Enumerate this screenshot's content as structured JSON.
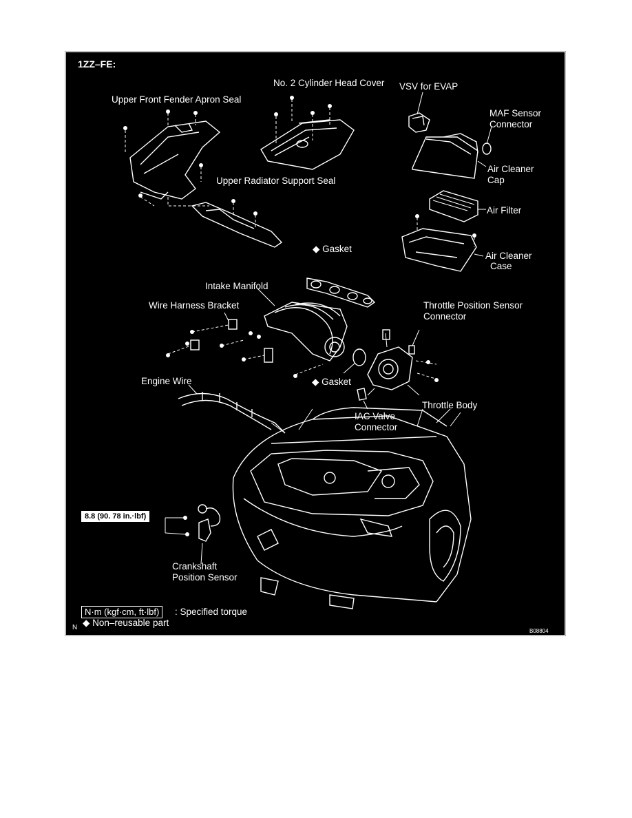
{
  "diagram": {
    "title": "1ZZ–FE:",
    "labels": {
      "upper_front_fender_apron_seal": "Upper Front Fender Apron Seal",
      "no2_cylinder_head_cover": "No. 2 Cylinder Head Cover",
      "vsv_for_evap": "VSV for EVAP",
      "maf_sensor_connector_1": "MAF Sensor",
      "maf_sensor_connector_2": "Connector",
      "air_cleaner_cap_1": "Air Cleaner",
      "air_cleaner_cap_2": "Cap",
      "upper_radiator_support_seal": "Upper Radiator Support Seal",
      "air_filter": "Air Filter",
      "air_cleaner_case_1": "Air Cleaner",
      "air_cleaner_case_2": "Case",
      "gasket_top": "◆ Gasket",
      "intake_manifold": "Intake Manifold",
      "wire_harness_bracket": "Wire Harness Bracket",
      "throttle_position_sensor_connector_1": "Throttle Position Sensor",
      "throttle_position_sensor_connector_2": "Connector",
      "engine_wire": "Engine Wire",
      "gasket_bottom": "◆ Gasket",
      "throttle_body": "Throttle Body",
      "iac_valve_connector_1": "IAC Valve",
      "iac_valve_connector_2": "Connector",
      "crankshaft_position_sensor_1": "Crankshaft",
      "crankshaft_position_sensor_2": "Position Sensor"
    },
    "torque_spec": "8.8 (90. 78 in.·lbf)",
    "legend": {
      "torque_unit": "N·m (kgf·cm, ft·lbf)",
      "torque_desc": ": Specified torque",
      "non_reusable": "◆ Non–reusable part",
      "corner_mark": "N"
    },
    "figure_code": "B08804"
  },
  "colors": {
    "background": "#000000",
    "ink": "#ffffff",
    "page": "#ffffff"
  }
}
